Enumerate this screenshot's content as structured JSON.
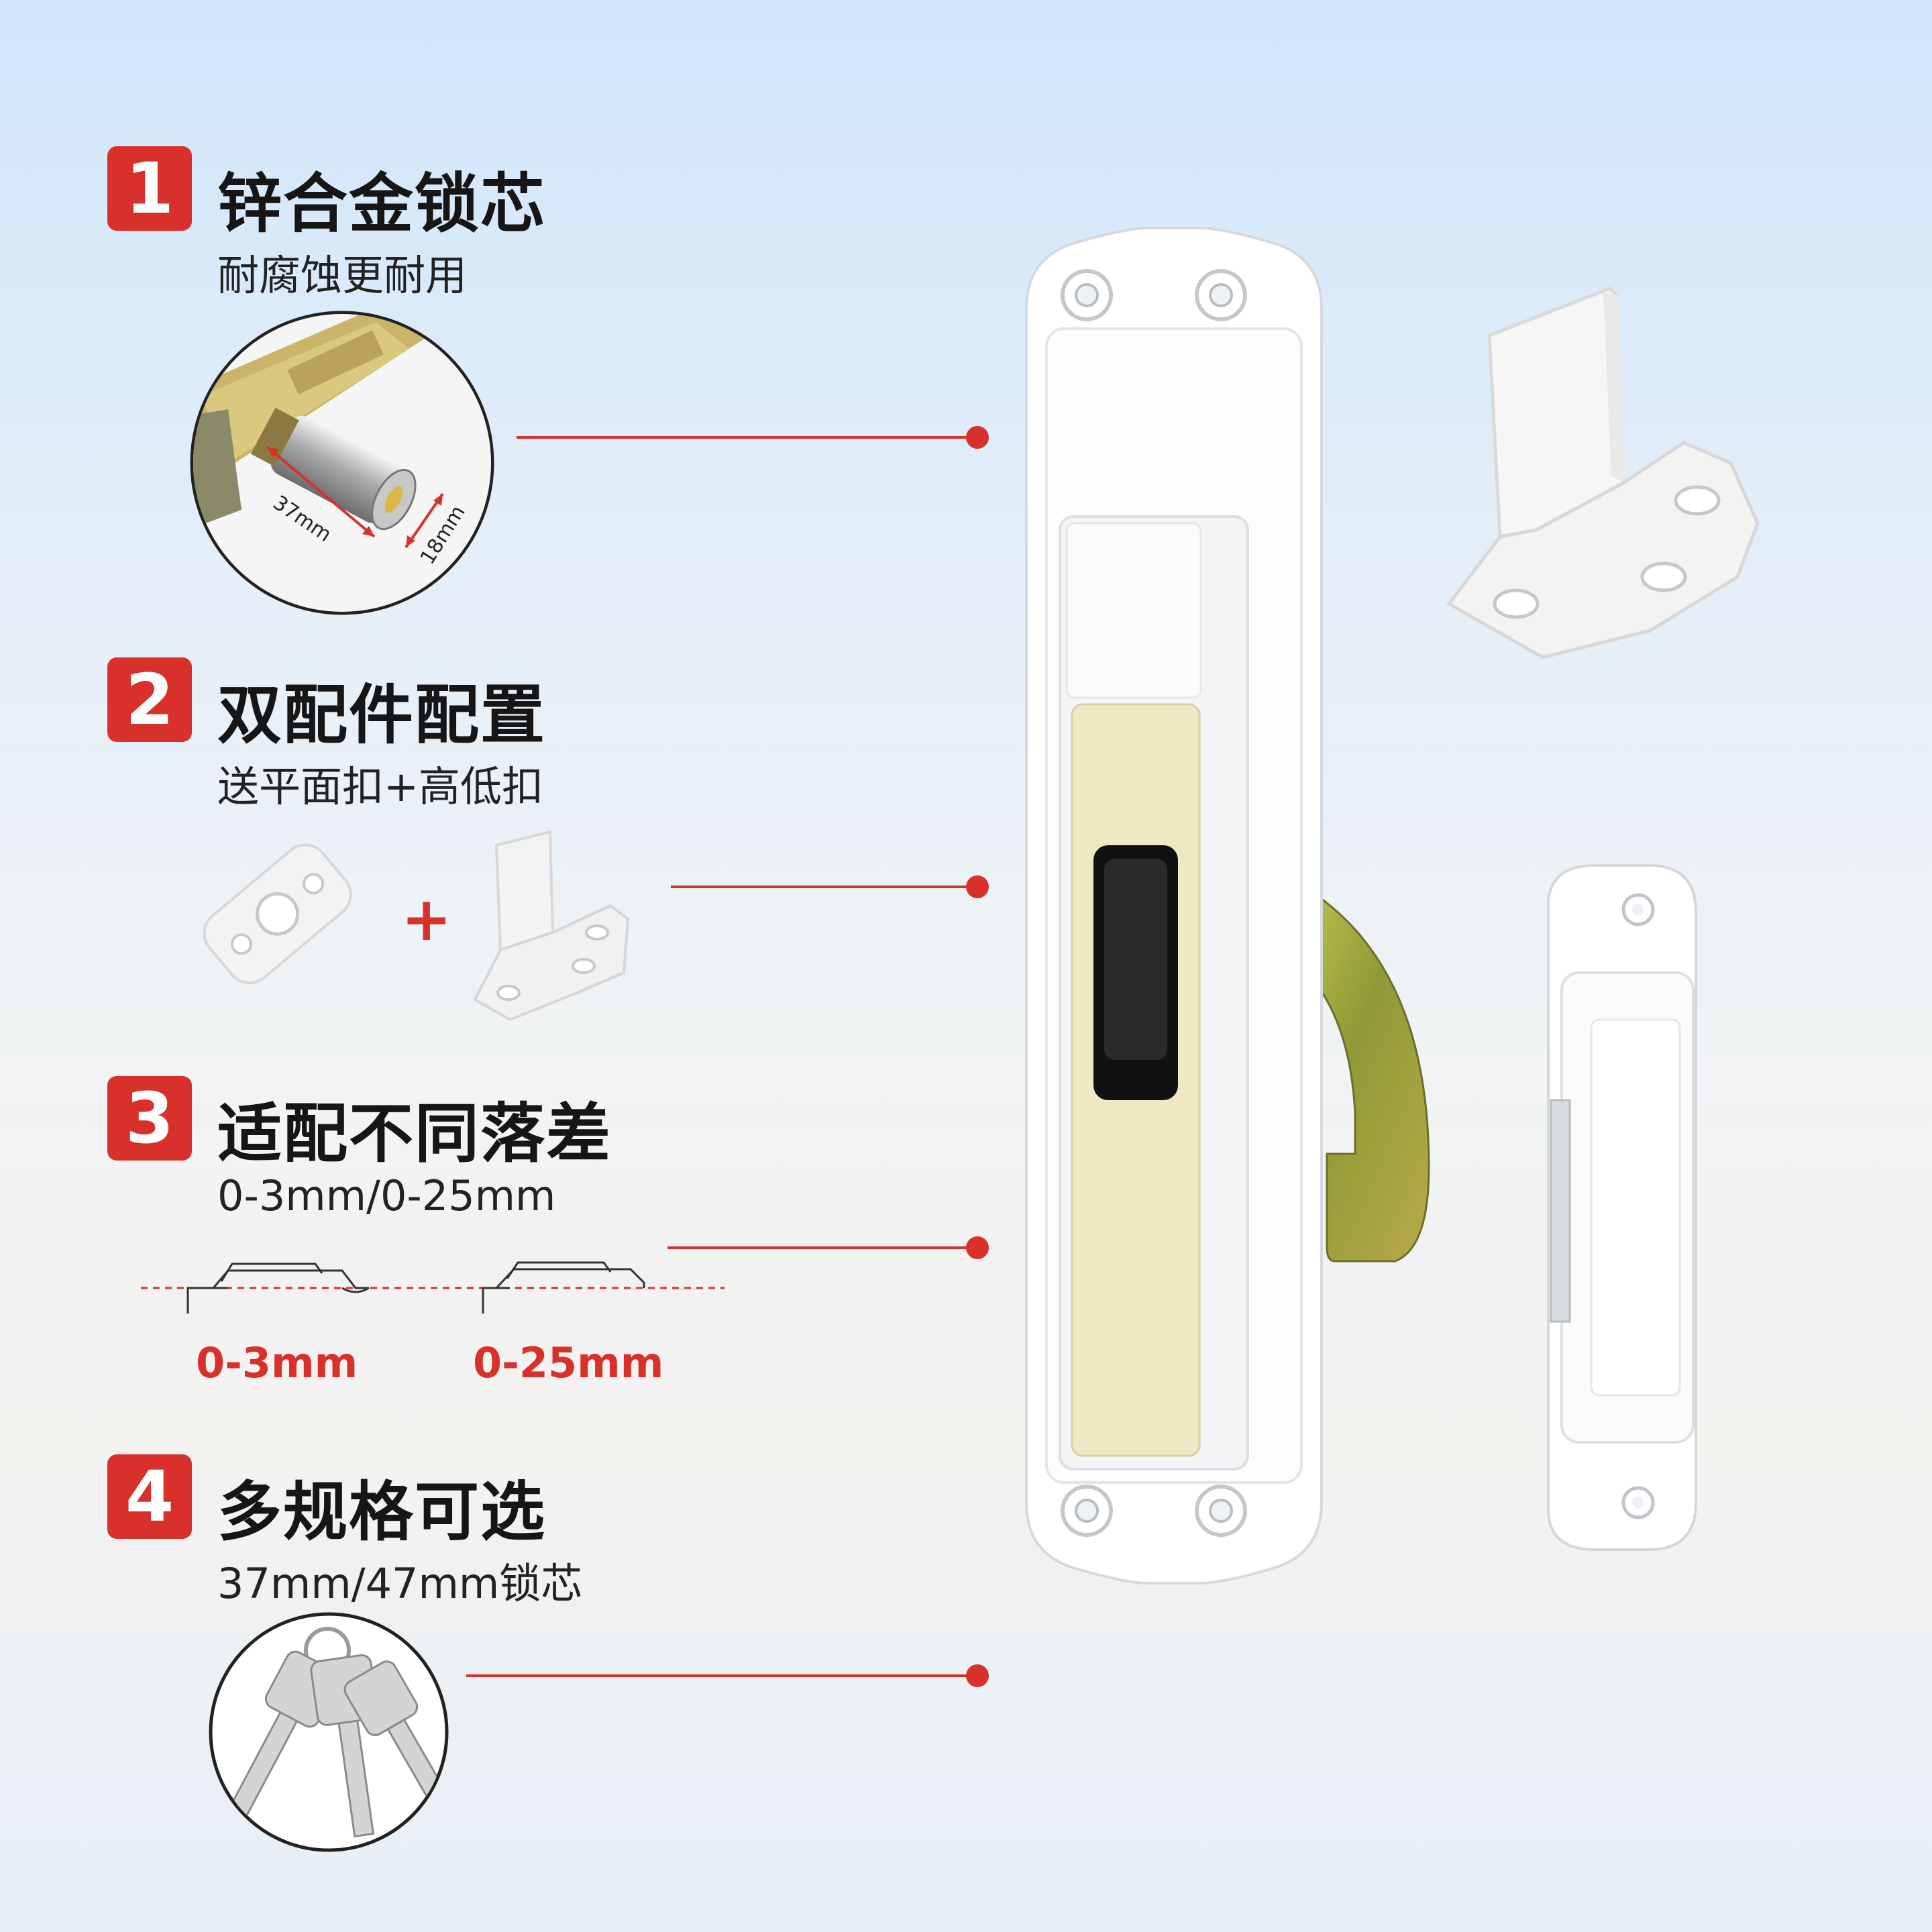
{
  "features": [
    {
      "number": "1",
      "title": "锌合金锁芯",
      "subtitle": "耐腐蚀更耐用"
    },
    {
      "number": "2",
      "title": "双配件配置",
      "subtitle": "送平面扣+高低扣"
    },
    {
      "number": "3",
      "title": "适配不同落差",
      "subtitle": "0-3mm/0-25mm"
    },
    {
      "number": "4",
      "title": "多规格可选",
      "subtitle": "37mm/47mm锁芯"
    }
  ],
  "lock_core_dims": {
    "length": "37mm",
    "diameter": "18mm"
  },
  "accessories_plus": "+",
  "drop_labels": [
    "0-3mm",
    "0-25mm"
  ],
  "colors": {
    "accent": "#d8312c",
    "body": "#ffffff",
    "insert": "#efe8c4",
    "button": "#111111",
    "hook": "#9fa83a"
  },
  "icons": [
    "lock-core-photo",
    "flat-strike-plate",
    "offset-strike-plate",
    "keys-photo",
    "window-lock",
    "hook-bolt"
  ]
}
